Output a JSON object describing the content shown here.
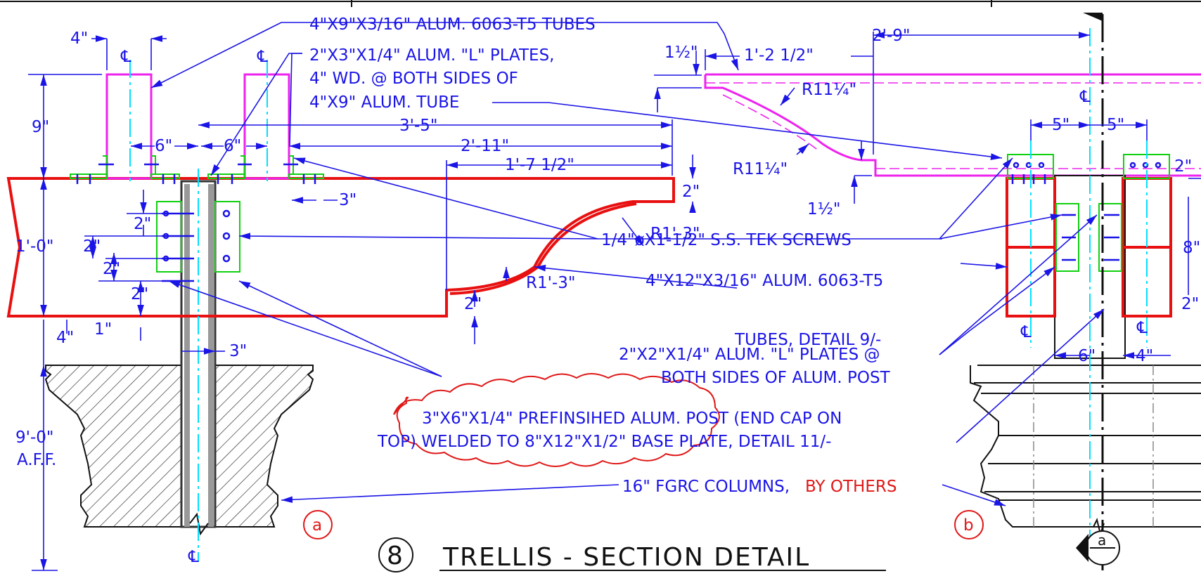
{
  "title": {
    "number": "8",
    "text": "TRELLIS - SECTION DETAIL"
  },
  "notes": {
    "tubes_4x9": "4\"X9\"X3/16\" ALUM. 6063-T5 TUBES",
    "l_plates_2x3_a": "2\"X3\"X1/4\" ALUM. \"L\" PLATES,",
    "l_plates_2x3_b": "4\" WD. @ BOTH SIDES OF",
    "l_plates_2x3_c": "4\"X9\" ALUM. TUBE",
    "tek_screws": "1/4\"øX1-1/2\" S.S. TEK SCREWS",
    "tubes_4x12_a": "4\"X12\"X3/16\" ALUM. 6063-T5",
    "tubes_4x12_b": "TUBES, DETAIL 9/-",
    "l_plates_2x2_a": "2\"X2\"X1/4\" ALUM. \"L\" PLATES @",
    "l_plates_2x2_b": "BOTH SIDES OF ALUM. POST",
    "post_a": "3\"X6\"X1/4\" PREFINSIHED ALUM. POST (END CAP ON",
    "post_b": "TOP) WELDED TO 8\"X12\"X1/2\" BASE PLATE, DETAIL 11/-",
    "columns": "16\" FGRC COLUMNS,",
    "by_others": "BY OTHERS"
  },
  "dims": {
    "d4in": "4\"",
    "d9in": "9\"",
    "d6in_a": "6\"",
    "d6in_b": "6\"",
    "d3_5": "3'-5\"",
    "d2_11": "2'-11\"",
    "d1_7": "1'-7 1/2\"",
    "d2in_r": "2\"",
    "d3in": "3\"",
    "d1_0": "1'-0\"",
    "d2a": "2\"",
    "d2b": "2\"",
    "d2c": "2\"",
    "d2d": "2\"",
    "d1in": "1\"",
    "d4in_b": "4\"",
    "d3in_b": "3\"",
    "d9_0": "9'-0\"",
    "aff": "A.F.F.",
    "d2in_low": "2\"",
    "r1_3_a": "R1'-3\"",
    "r1_3_b": "R1'-3\"",
    "d1_5a": "1½\"",
    "d1_2": "1'-2 1/2\"",
    "d2_9": "2'-9\"",
    "r11_a": "R11¼\"",
    "r11_b": "R11¼\"",
    "d1_5b": "1½\"",
    "d5a": "5\"",
    "d5b": "5\"",
    "d2r1": "2\"",
    "d8": "8\"",
    "d2r2": "2\"",
    "d6b": "6\"",
    "d4b": "4\""
  },
  "markers": {
    "cl": "℄",
    "a": "a",
    "b": "b",
    "sect": "a"
  },
  "colors": {
    "blue": "#1a14e6",
    "red": "#e01818",
    "magenta": "#ee22ee",
    "cyan": "#00e0ff",
    "green": "#10d010"
  }
}
